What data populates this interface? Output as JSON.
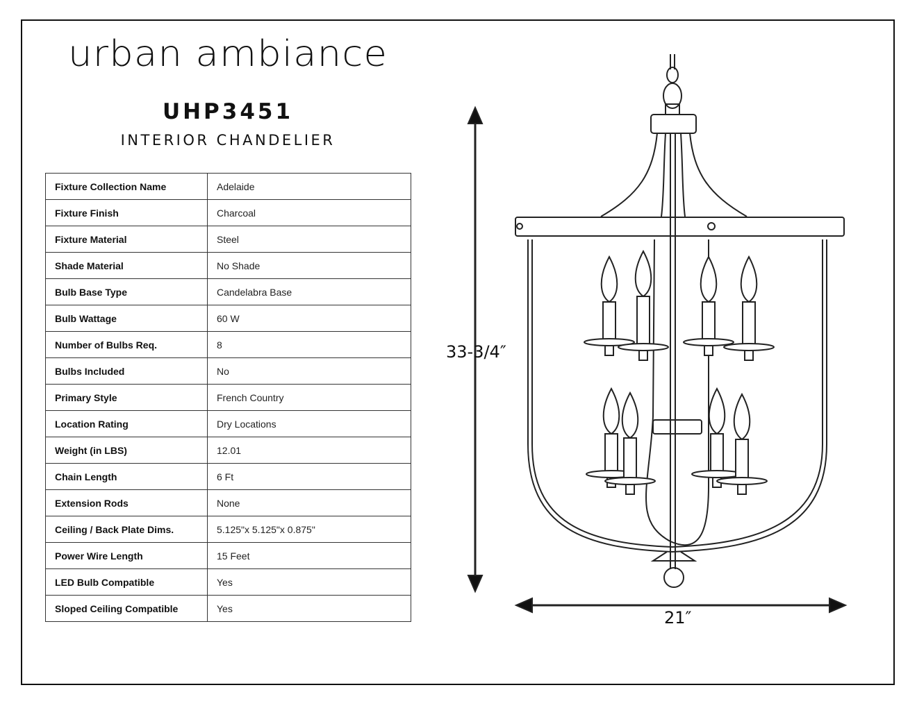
{
  "brand": "urban ambiance",
  "model": "UHP3451",
  "subtitle": "INTERIOR CHANDELIER",
  "specs": [
    {
      "label": "Fixture Collection Name",
      "value": "Adelaide"
    },
    {
      "label": "Fixture Finish",
      "value": "Charcoal"
    },
    {
      "label": "Fixture Material",
      "value": "Steel"
    },
    {
      "label": "Shade Material",
      "value": "No Shade"
    },
    {
      "label": "Bulb Base Type",
      "value": "Candelabra Base"
    },
    {
      "label": "Bulb Wattage",
      "value": "60 W"
    },
    {
      "label": "Number of Bulbs Req.",
      "value": "8"
    },
    {
      "label": "Bulbs Included",
      "value": "No"
    },
    {
      "label": "Primary Style",
      "value": "French Country"
    },
    {
      "label": "Location Rating",
      "value": "Dry Locations"
    },
    {
      "label": "Weight (in LBS)",
      "value": "12.01"
    },
    {
      "label": "Chain Length",
      "value": "6 Ft"
    },
    {
      "label": "Extension Rods",
      "value": "None"
    },
    {
      "label": "Ceiling / Back Plate Dims.",
      "value": "5.125\"x 5.125\"x 0.875\""
    },
    {
      "label": "Power Wire Length",
      "value": "15 Feet"
    },
    {
      "label": "LED Bulb Compatible",
      "value": "Yes"
    },
    {
      "label": "Sloped Ceiling Compatible",
      "value": "Yes"
    }
  ],
  "drawing": {
    "height_label": "33-3/4″",
    "width_label": "21″"
  }
}
